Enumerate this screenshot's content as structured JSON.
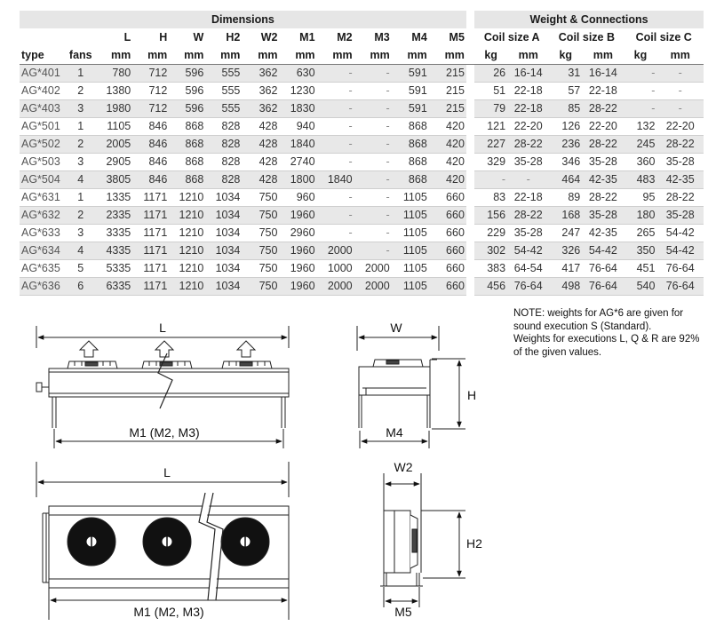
{
  "table": {
    "group_dimensions": "Dimensions",
    "group_weights": "Weight  & Connections",
    "coil_headers": [
      "Coil size A",
      "Coil size B",
      "Coil size C"
    ],
    "dim_headers": [
      "L",
      "H",
      "W",
      "H2",
      "W2",
      "M1",
      "M2",
      "M3",
      "M4",
      "M5"
    ],
    "col_type": "type",
    "col_fans": "fans",
    "unit_mm": "mm",
    "unit_kg": "kg",
    "rows": [
      {
        "type": "AG*401",
        "fans": "1",
        "L": "780",
        "H": "712",
        "W": "596",
        "H2": "555",
        "W2": "362",
        "M1": "630",
        "M2": "-",
        "M3": "-",
        "M4": "591",
        "M5": "215",
        "a_kg": "26",
        "a_mm": "16-14",
        "b_kg": "31",
        "b_mm": "16-14",
        "c_kg": "-",
        "c_mm": "-"
      },
      {
        "type": "AG*402",
        "fans": "2",
        "L": "1380",
        "H": "712",
        "W": "596",
        "H2": "555",
        "W2": "362",
        "M1": "1230",
        "M2": "-",
        "M3": "-",
        "M4": "591",
        "M5": "215",
        "a_kg": "51",
        "a_mm": "22-18",
        "b_kg": "57",
        "b_mm": "22-18",
        "c_kg": "-",
        "c_mm": "-"
      },
      {
        "type": "AG*403",
        "fans": "3",
        "L": "1980",
        "H": "712",
        "W": "596",
        "H2": "555",
        "W2": "362",
        "M1": "1830",
        "M2": "-",
        "M3": "-",
        "M4": "591",
        "M5": "215",
        "a_kg": "79",
        "a_mm": "22-18",
        "b_kg": "85",
        "b_mm": "28-22",
        "c_kg": "-",
        "c_mm": "-"
      },
      {
        "type": "AG*501",
        "fans": "1",
        "L": "1105",
        "H": "846",
        "W": "868",
        "H2": "828",
        "W2": "428",
        "M1": "940",
        "M2": "-",
        "M3": "-",
        "M4": "868",
        "M5": "420",
        "a_kg": "121",
        "a_mm": "22-20",
        "b_kg": "126",
        "b_mm": "22-20",
        "c_kg": "132",
        "c_mm": "22-20"
      },
      {
        "type": "AG*502",
        "fans": "2",
        "L": "2005",
        "H": "846",
        "W": "868",
        "H2": "828",
        "W2": "428",
        "M1": "1840",
        "M2": "-",
        "M3": "-",
        "M4": "868",
        "M5": "420",
        "a_kg": "227",
        "a_mm": "28-22",
        "b_kg": "236",
        "b_mm": "28-22",
        "c_kg": "245",
        "c_mm": "28-22"
      },
      {
        "type": "AG*503",
        "fans": "3",
        "L": "2905",
        "H": "846",
        "W": "868",
        "H2": "828",
        "W2": "428",
        "M1": "2740",
        "M2": "-",
        "M3": "-",
        "M4": "868",
        "M5": "420",
        "a_kg": "329",
        "a_mm": "35-28",
        "b_kg": "346",
        "b_mm": "35-28",
        "c_kg": "360",
        "c_mm": "35-28"
      },
      {
        "type": "AG*504",
        "fans": "4",
        "L": "3805",
        "H": "846",
        "W": "868",
        "H2": "828",
        "W2": "428",
        "M1": "1800",
        "M2": "1840",
        "M3": "-",
        "M4": "868",
        "M5": "420",
        "a_kg": "-",
        "a_mm": "-",
        "b_kg": "464",
        "b_mm": "42-35",
        "c_kg": "483",
        "c_mm": "42-35"
      },
      {
        "type": "AG*631",
        "fans": "1",
        "L": "1335",
        "H": "1171",
        "W": "1210",
        "H2": "1034",
        "W2": "750",
        "M1": "960",
        "M2": "-",
        "M3": "-",
        "M4": "1105",
        "M5": "660",
        "a_kg": "83",
        "a_mm": "22-18",
        "b_kg": "89",
        "b_mm": "28-22",
        "c_kg": "95",
        "c_mm": "28-22"
      },
      {
        "type": "AG*632",
        "fans": "2",
        "L": "2335",
        "H": "1171",
        "W": "1210",
        "H2": "1034",
        "W2": "750",
        "M1": "1960",
        "M2": "-",
        "M3": "-",
        "M4": "1105",
        "M5": "660",
        "a_kg": "156",
        "a_mm": "28-22",
        "b_kg": "168",
        "b_mm": "35-28",
        "c_kg": "180",
        "c_mm": "35-28"
      },
      {
        "type": "AG*633",
        "fans": "3",
        "L": "3335",
        "H": "1171",
        "W": "1210",
        "H2": "1034",
        "W2": "750",
        "M1": "2960",
        "M2": "-",
        "M3": "-",
        "M4": "1105",
        "M5": "660",
        "a_kg": "229",
        "a_mm": "35-28",
        "b_kg": "247",
        "b_mm": "42-35",
        "c_kg": "265",
        "c_mm": "54-42"
      },
      {
        "type": "AG*634",
        "fans": "4",
        "L": "4335",
        "H": "1171",
        "W": "1210",
        "H2": "1034",
        "W2": "750",
        "M1": "1960",
        "M2": "2000",
        "M3": "-",
        "M4": "1105",
        "M5": "660",
        "a_kg": "302",
        "a_mm": "54-42",
        "b_kg": "326",
        "b_mm": "54-42",
        "c_kg": "350",
        "c_mm": "54-42"
      },
      {
        "type": "AG*635",
        "fans": "5",
        "L": "5335",
        "H": "1171",
        "W": "1210",
        "H2": "1034",
        "W2": "750",
        "M1": "1960",
        "M2": "1000",
        "M3": "2000",
        "M4": "1105",
        "M5": "660",
        "a_kg": "383",
        "a_mm": "64-54",
        "b_kg": "417",
        "b_mm": "76-64",
        "c_kg": "451",
        "c_mm": "76-64"
      },
      {
        "type": "AG*636",
        "fans": "6",
        "L": "6335",
        "H": "1171",
        "W": "1210",
        "H2": "1034",
        "W2": "750",
        "M1": "1960",
        "M2": "2000",
        "M3": "2000",
        "M4": "1105",
        "M5": "660",
        "a_kg": "456",
        "a_mm": "76-64",
        "b_kg": "498",
        "b_mm": "76-64",
        "c_kg": "540",
        "c_mm": "76-64"
      }
    ]
  },
  "note": {
    "line1": "NOTE: weights for AG*6 are given for sound execution S (Standard).",
    "line2": "Weights for executions L, Q & R are 92% of the given values."
  },
  "drawing": {
    "front_L": "L",
    "front_M": "M1 (M2, M3)",
    "side_W": "W",
    "side_H": "H",
    "side_M4": "M4",
    "top_L": "L",
    "top_M": "M1 (M2, M3)",
    "end_W2": "W2",
    "end_H2": "H2",
    "end_M5": "M5"
  }
}
